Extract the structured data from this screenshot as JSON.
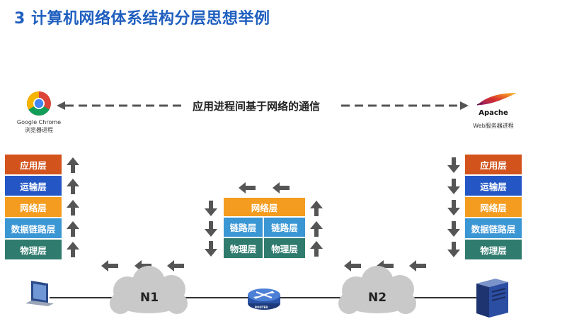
{
  "title": "3 计算机网络体系结构分层思想举例",
  "client": {
    "name": "Google Chrome",
    "process": "浏览器进程",
    "icon": "chrome-icon"
  },
  "server": {
    "name": "Apache",
    "process": "Web服务器进程",
    "icon": "apache-feather-icon"
  },
  "communication_label": "应用进程间基于网络的通信",
  "host_layers": {
    "application": "应用层",
    "transport": "运输层",
    "network": "网络层",
    "datalink": "数据链路层",
    "physical": "物理层"
  },
  "router_layers": {
    "network": "网络层",
    "link_left": "链路层",
    "link_right": "链路层",
    "physical_left": "物理层",
    "physical_right": "物理层"
  },
  "networks": {
    "n1": "N1",
    "n2": "N2"
  },
  "router": {
    "label": "ROUTER"
  },
  "colors": {
    "title": "#1f5fbf",
    "application": "#d2531c",
    "transport": "#2457c5",
    "network": "#f39c1f",
    "datalink": "#3b96d4",
    "physical": "#2f7b6e",
    "arrow": "#555555"
  }
}
